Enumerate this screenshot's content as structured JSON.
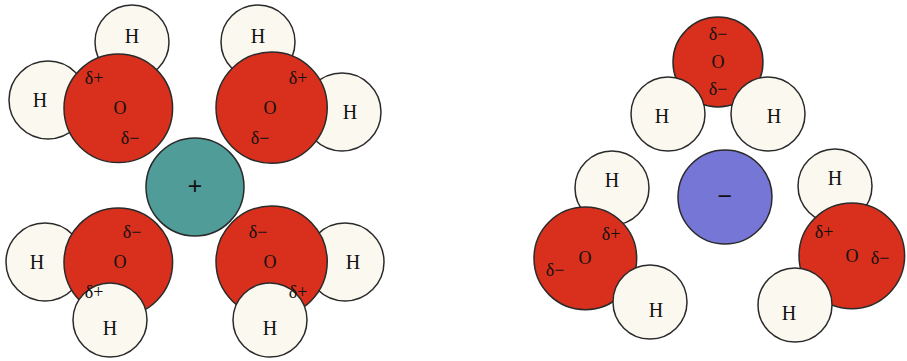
{
  "diagram": {
    "nodes": [
      {
        "text": [
          "+"
        ]
      },
      {
        "text": [
          "H"
        ]
      },
      {
        "text": [
          "H"
        ]
      },
      {
        "text": [
          "δ+",
          "O",
          "δ−"
        ]
      },
      {
        "text": [
          "H"
        ]
      },
      {
        "text": [
          "H"
        ]
      },
      {
        "text": [
          "δ+",
          "O",
          "δ−"
        ]
      },
      {
        "text": [
          "H"
        ]
      },
      {
        "text": [
          "δ−",
          "O",
          "δ+"
        ]
      },
      {
        "text": [
          "H"
        ]
      },
      {
        "text": [
          "H"
        ]
      },
      {
        "text": [
          "δ−",
          "O",
          "δ+"
        ]
      },
      {
        "text": [
          "H"
        ]
      },
      {
        "text": [
          "−"
        ]
      },
      {
        "text": [
          "δ−",
          "O",
          "δ−"
        ]
      },
      {
        "text": [
          "H"
        ]
      },
      {
        "text": [
          "H"
        ]
      },
      {
        "text": [
          "H"
        ]
      },
      {
        "text": [
          "δ−",
          "O",
          "δ+"
        ]
      },
      {
        "text": [
          "H"
        ]
      },
      {
        "text": [
          "H"
        ]
      },
      {
        "text": [
          "δ+",
          "O",
          "δ−"
        ]
      },
      {
        "text": [
          "H"
        ]
      }
    ]
  }
}
